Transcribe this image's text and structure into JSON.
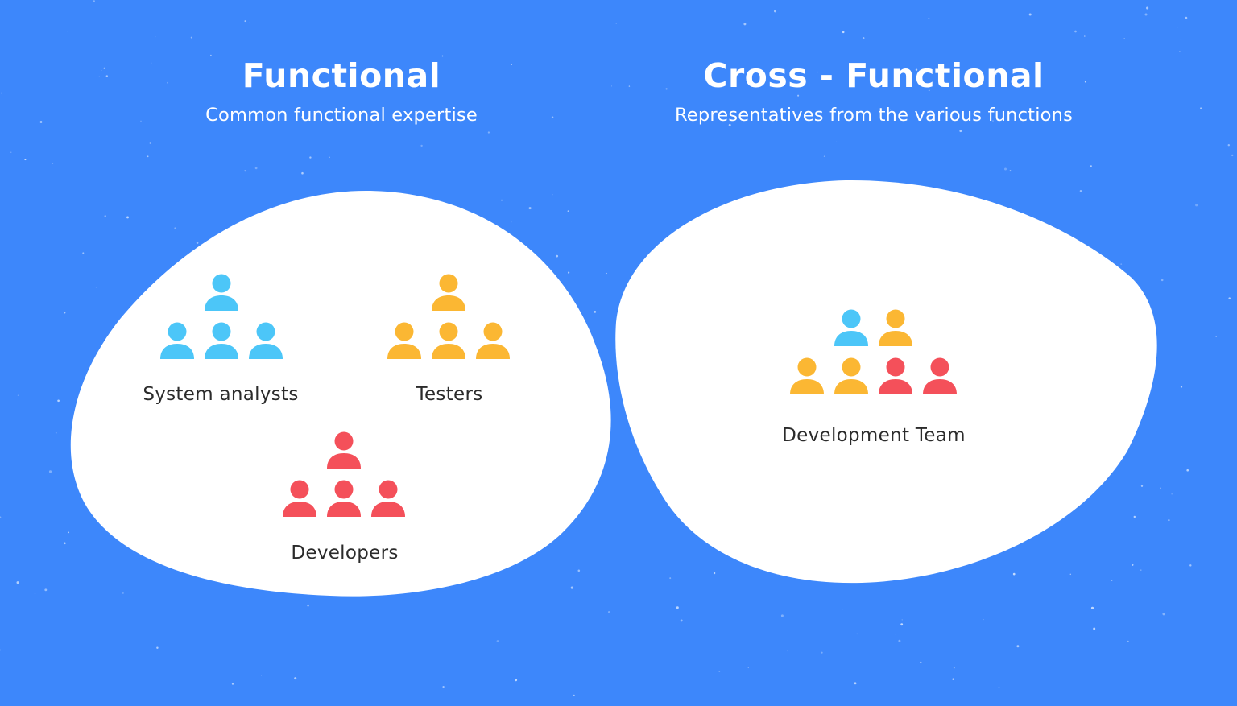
{
  "functional": {
    "title": "Functional",
    "subtitle": "Common functional expertise",
    "groups": [
      {
        "label": "System analysts",
        "color_name": "blue"
      },
      {
        "label": "Testers",
        "color_name": "yellow"
      },
      {
        "label": "Developers",
        "color_name": "red"
      }
    ]
  },
  "cross_functional": {
    "title": "Cross - Functional",
    "subtitle": "Representatives from the various functions",
    "team_label": "Development Team"
  },
  "colors": {
    "background": "#3d87fb",
    "blob": "#ffffff",
    "blue": "#4cc6f8",
    "yellow": "#fbb733",
    "red": "#f4505a",
    "label_text": "#2b2b2b"
  }
}
